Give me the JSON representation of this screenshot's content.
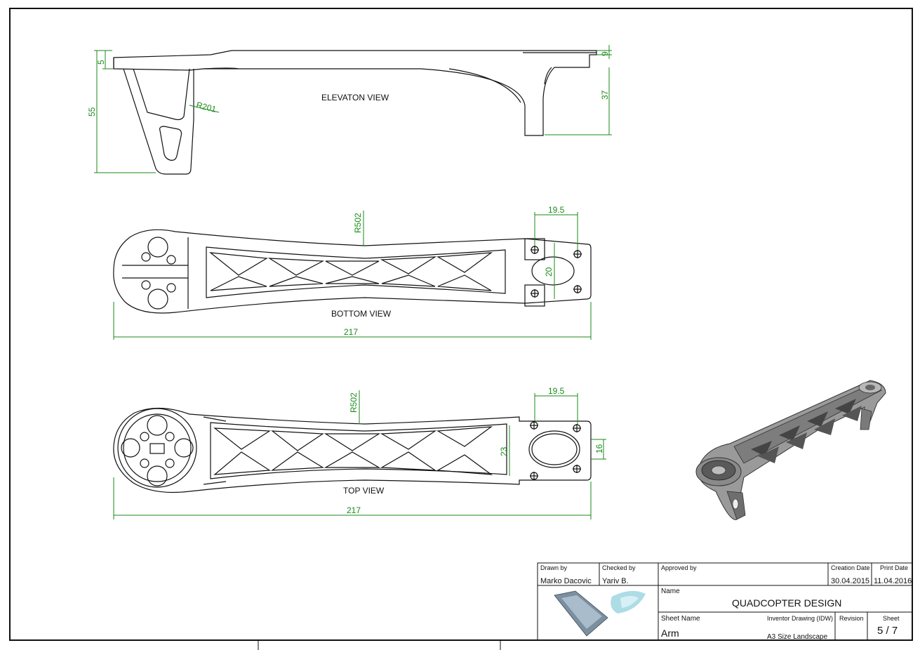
{
  "views": {
    "elevation": "ELEVATON VIEW",
    "bottom": "BOTTOM VIEW",
    "top": "TOP VIEW"
  },
  "dimensions": {
    "elev_top_thickness": "5",
    "elev_height": "55",
    "elev_radius": "R201",
    "elev_tip_thickness": "9",
    "elev_tip_height": "37",
    "bottom_radius": "R502",
    "bottom_mount_width": "19.5",
    "bottom_mount_hole": "20",
    "bottom_length": "217",
    "top_radius": "R502",
    "top_mount_width": "19.5",
    "top_mount_height": "23",
    "top_hole": "16",
    "top_length": "217"
  },
  "title_block": {
    "drawn_by_label": "Drawn by",
    "drawn_by": "Marko Dacovic",
    "checked_by_label": "Checked by",
    "checked_by": "Yariv B.",
    "approved_by_label": "Approved by",
    "creation_date_label": "Creation Date",
    "creation_date": "30.04.2015",
    "print_date_label": "Print Date",
    "print_date": "11.04.2016",
    "name_label": "Name",
    "name": "QUADCOPTER DESIGN",
    "sheet_name_label": "Sheet Name",
    "sheet_name": "Arm",
    "software_label": "Inventor Drawing (IDW)",
    "format": "A3 Size Landscape",
    "revision_label": "Revision",
    "sheet_label": "Sheet",
    "sheet": "5 / 7"
  },
  "colors": {
    "dimension": "#1a8a1a",
    "outline": "#111111"
  }
}
